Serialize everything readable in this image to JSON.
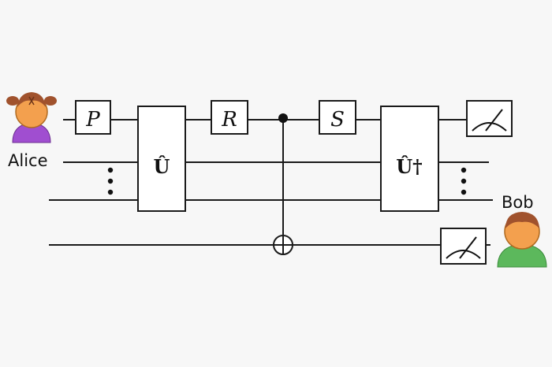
{
  "people": {
    "sender": {
      "name": "Alice",
      "hair_color": "#a0522d",
      "shirt_color": "#a04ed0"
    },
    "receiver": {
      "name": "Bob",
      "hair_color": "#a0522d",
      "shirt_color": "#5cb85c"
    }
  },
  "gates": {
    "p": "P",
    "r": "R",
    "s": "S",
    "u": "Û",
    "u_dagger": "Û†"
  },
  "colors": {
    "line": "#1a1a1a",
    "face": "#f3a04e",
    "background": "#f7f7f7"
  }
}
